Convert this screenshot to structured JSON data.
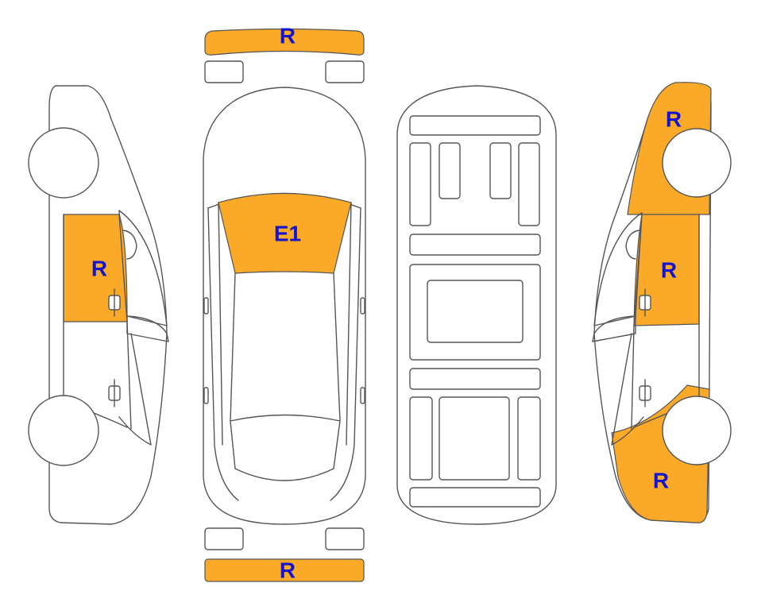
{
  "colors": {
    "damage_fill": "#FBA929",
    "label": "#1515CC",
    "outline": "#555555",
    "background": "#FFFFFF"
  },
  "legend_codes": {
    "front_bumper": "R",
    "rear_bumper": "R",
    "windshield": "E1",
    "left_rear_door": "R",
    "right_front_fender": "R",
    "right_front_door": "R",
    "right_rear_quarter": "R"
  }
}
